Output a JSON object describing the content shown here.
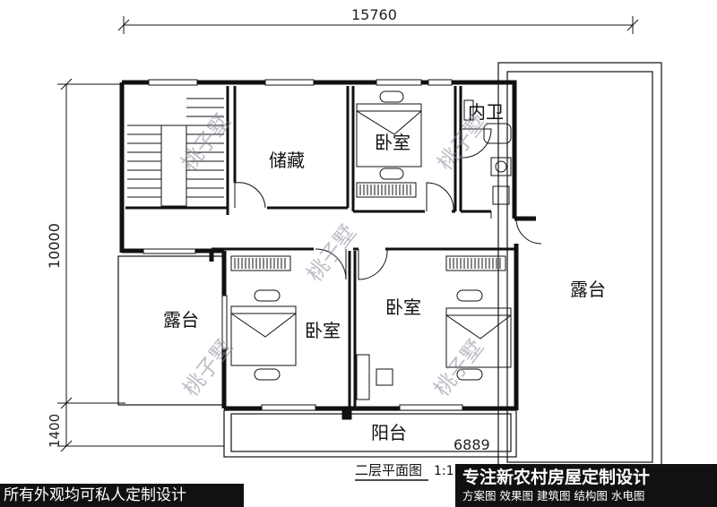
{
  "dimensions": {
    "width_total": "15760",
    "height_total": "10000",
    "height_balcony": "1400",
    "width_balcony": "6889"
  },
  "rooms": {
    "storage": "储藏",
    "bedroom_top": "卧室",
    "inner_bath": "内卫",
    "bedroom_center": "卧室",
    "bedroom_left": "卧室",
    "terrace_left": "露台",
    "terrace_right": "露台",
    "balcony": "阳台"
  },
  "drawing": {
    "title": "二层平面图",
    "scale_partial": "1:1"
  },
  "watermark": "桃子墅",
  "banner_left": "所有外观均可私人定制设计",
  "brand": {
    "title": "专注新农村房屋定制设计",
    "services": "方案图 效果图 建筑图 结构图 水电图"
  }
}
